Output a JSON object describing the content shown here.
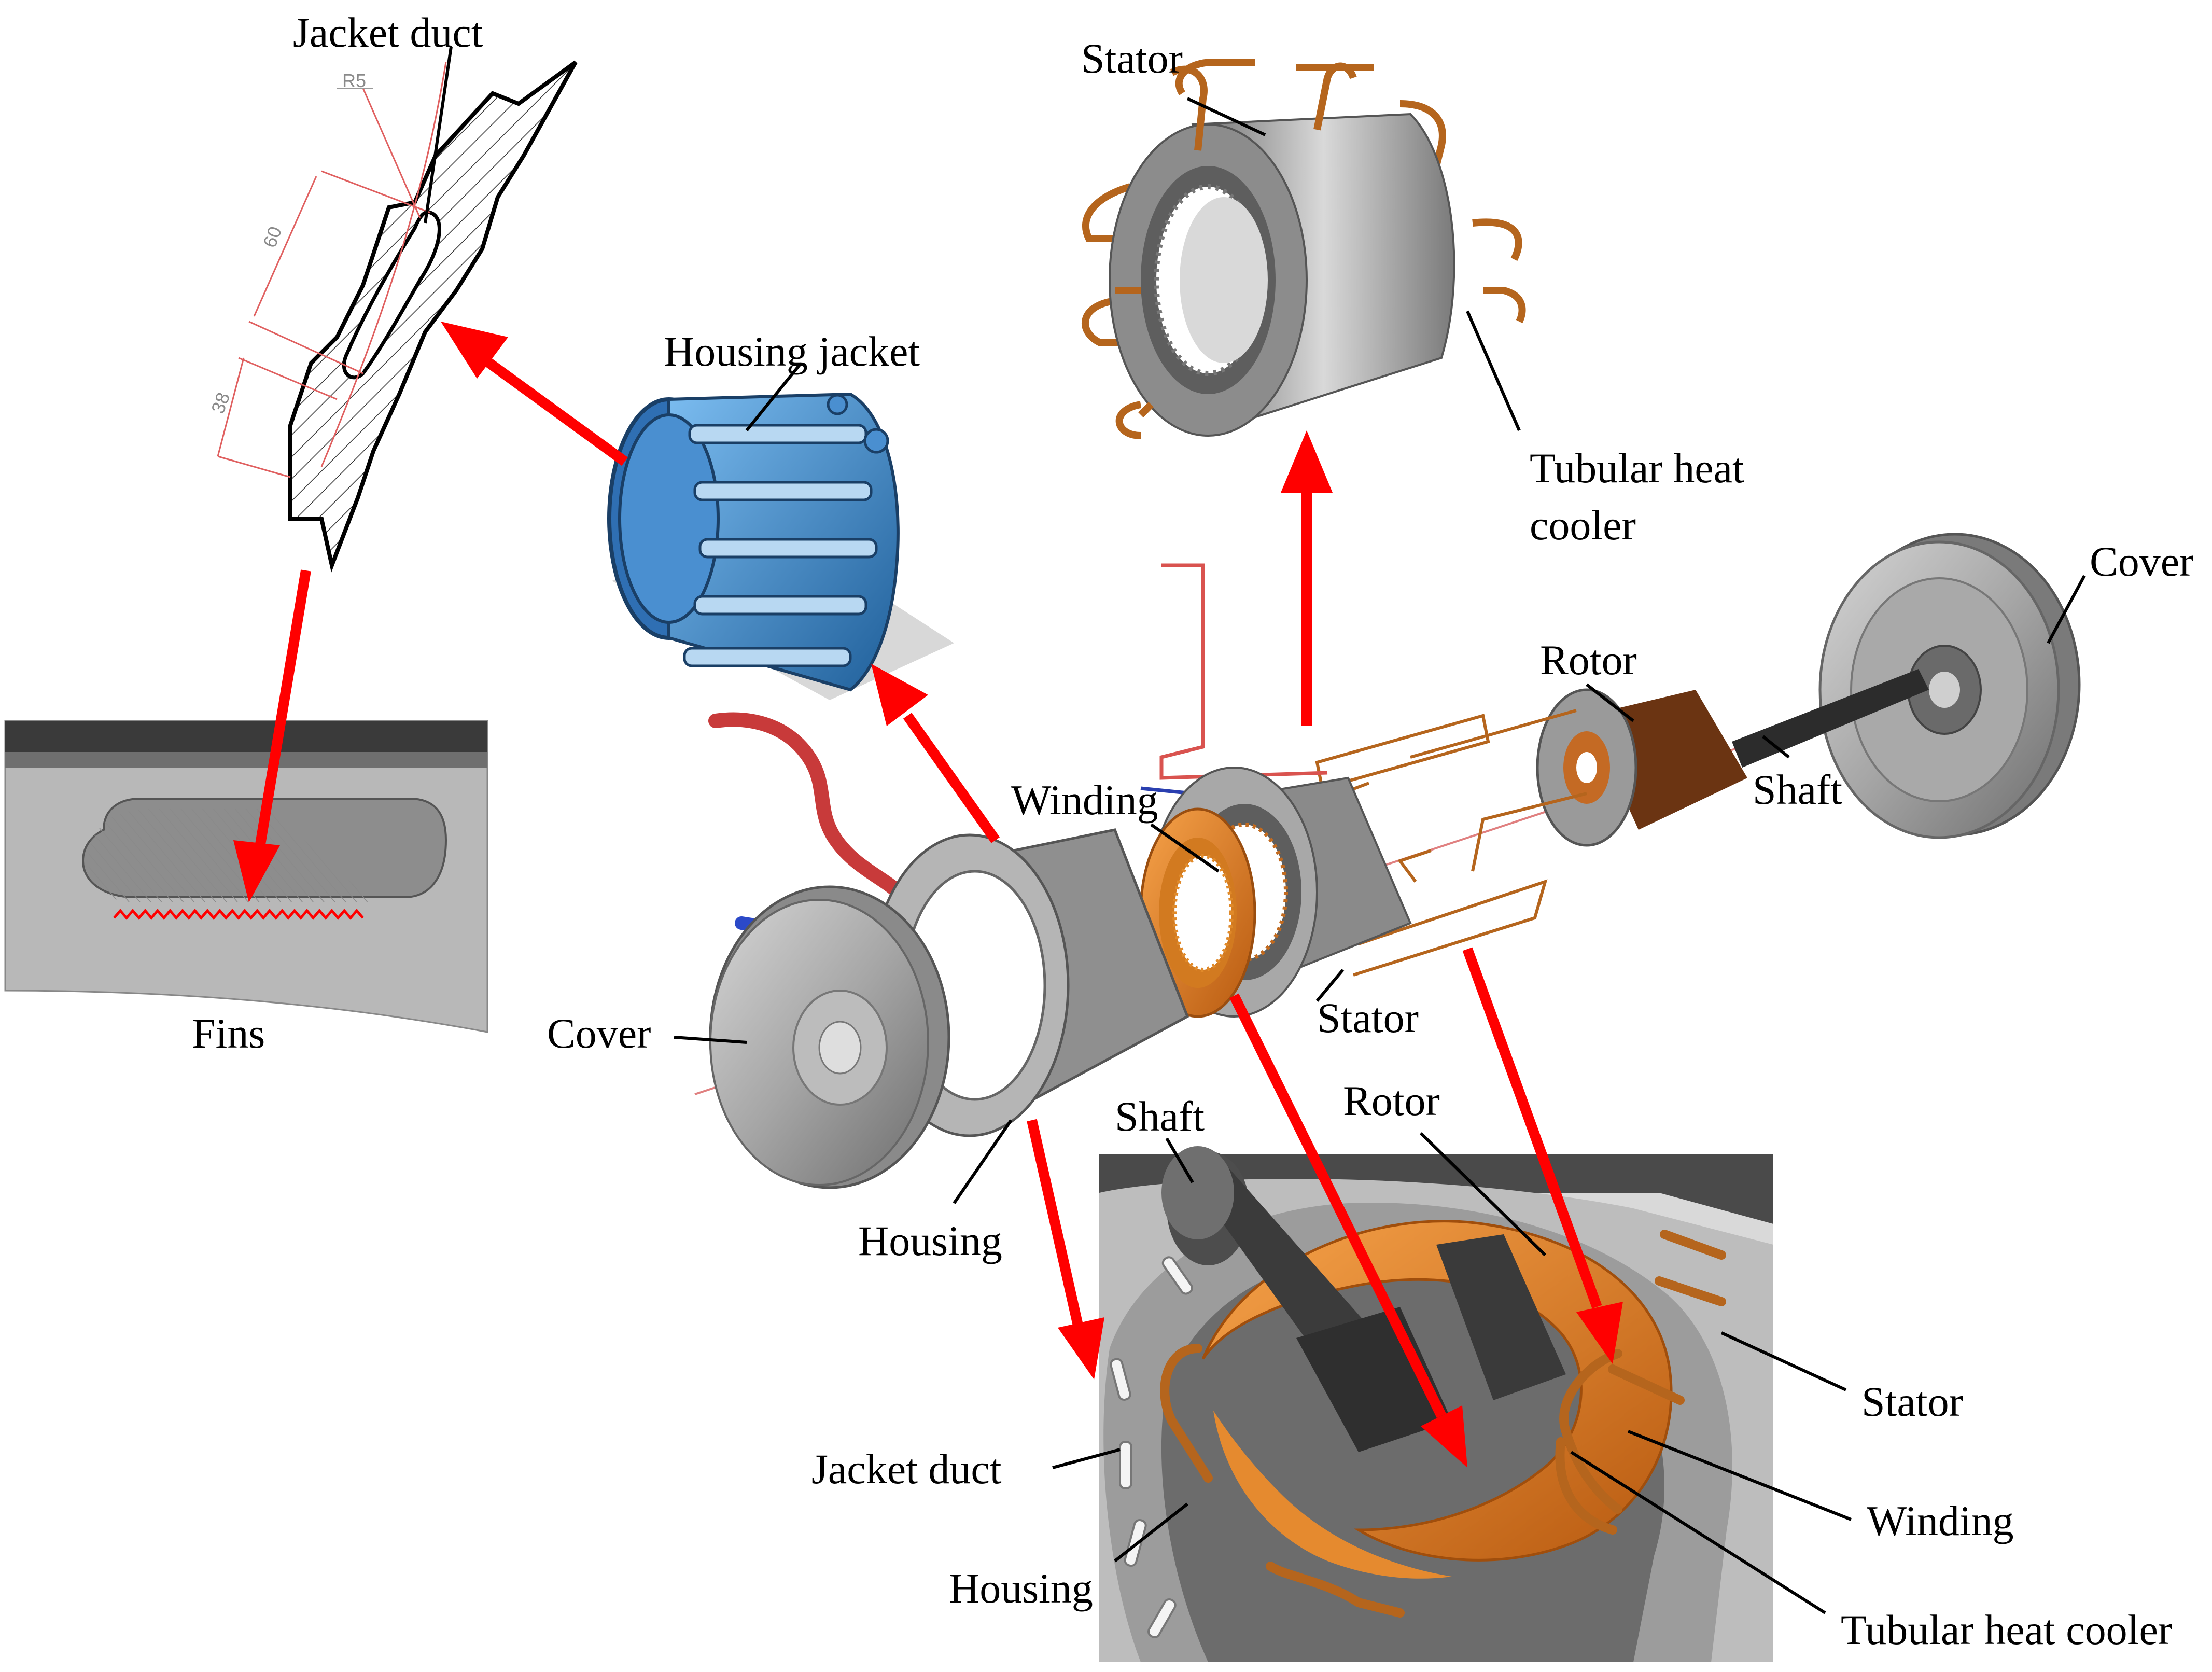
{
  "labels": {
    "jacket_duct_top": "Jacket duct",
    "housing_jacket": "Housing jacket",
    "stator_top": "Stator",
    "tubular_top": [
      "Tubular heat",
      "cooler"
    ],
    "cover_right": "Cover",
    "rotor_mid": "Rotor",
    "shaft_mid": "Shaft",
    "winding_mid": "Winding",
    "stator_mid": "Stator",
    "cover_left": "Cover",
    "housing_mid": "Housing",
    "fins": "Fins",
    "shaft_bottom": "Shaft",
    "rotor_bottom": "Rotor",
    "stator_bottom": "Stator",
    "jacket_duct_bottom": "Jacket duct",
    "winding_bottom": "Winding",
    "housing_bottom": "Housing",
    "tubular_bottom": "Tubular heat cooler"
  },
  "dimensions": {
    "r5": "R5",
    "d60": "60",
    "d38": "38"
  },
  "colors": {
    "arrow": "#ff0000",
    "housing_jacket": "#3a8fd8",
    "copper": "#c26a1e",
    "winding": "#f08a1c",
    "metal": "#a9a9a9",
    "rotor": "#6b3412",
    "shaft": "#2e2e2e"
  }
}
